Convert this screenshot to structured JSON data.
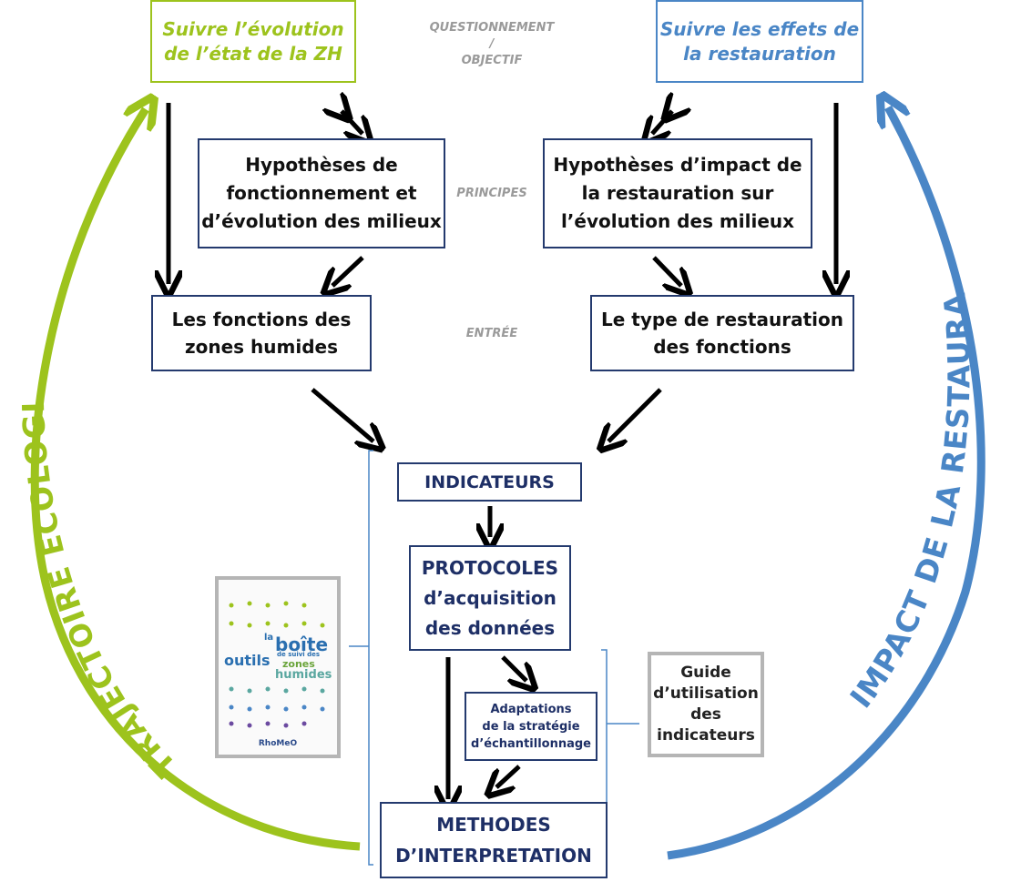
{
  "top_left": {
    "line1": "Suivre l’évolution",
    "line2": "de l’état de la ZH"
  },
  "top_right": {
    "line1": "Suivre les effets de",
    "line2": "la restauration"
  },
  "labels": {
    "questionnement": "QUESTIONNEMENT",
    "slash": "/",
    "objectif": "OBJECTIF",
    "principes": "PRINCIPES",
    "entree": "ENTRÉE"
  },
  "hyp_left": {
    "line1": "Hypothèses de",
    "line2": "fonctionnement et",
    "line3": "d’évolution des milieux"
  },
  "hyp_right": {
    "line1": "Hypothèses d’impact de",
    "line2": "la restauration sur",
    "line3": "l’évolution des milieux"
  },
  "func_left": {
    "line1": "Les fonctions des",
    "line2": "zones humides"
  },
  "func_right": {
    "line1": "Le type de restauration",
    "line2": "des fonctions"
  },
  "indicateurs": "INDICATEURS",
  "protocoles": {
    "line1": "PROTOCOLES",
    "line2": "d’acquisition",
    "line3": "des données"
  },
  "adaptations": {
    "line1": "Adaptations",
    "line2": "de la stratégie",
    "line3": "d’échantillonnage"
  },
  "methodes": {
    "line1": "METHODES",
    "line2": "D’INTERPRETATION"
  },
  "guide": {
    "line1": "Guide",
    "line2": "d’utilisation",
    "line3": "des",
    "line4": "indicateurs"
  },
  "arc_left_label": "TRAJECTOIRE ECOLOGIQUE",
  "arc_right_label": "IMPACT DE LA RESTAURATION",
  "book": {
    "word_la": "la",
    "word_boite": "boîte",
    "word_outils": "outils",
    "word_de_suivi": "de suivi des",
    "word_zones": "zones",
    "word_humides": "humides",
    "brand": "RhoMeO"
  },
  "colors": {
    "green": "#9dc31d",
    "blue": "#4a86c6",
    "navy": "#243a6e",
    "gray": "#9a9a9a"
  }
}
